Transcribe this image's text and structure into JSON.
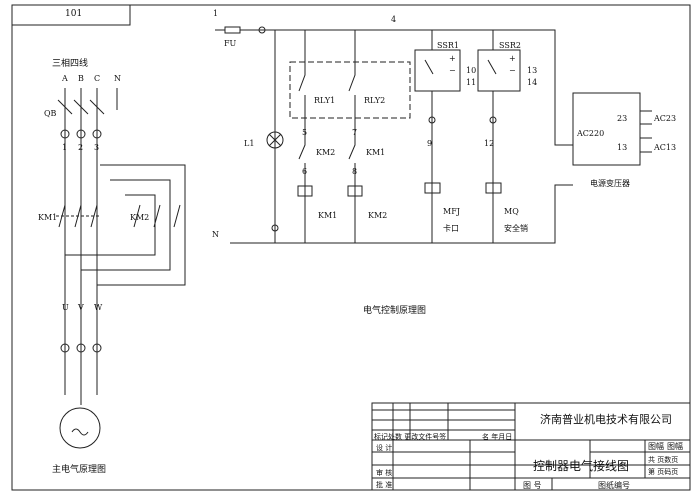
{
  "sheet_number": "101",
  "main_circuit": {
    "title": "主电气原理图",
    "supply": "三相四线",
    "phases": [
      "A",
      "B",
      "C",
      "N"
    ],
    "breaker": "QB",
    "terminals": [
      "1",
      "2",
      "3"
    ],
    "contactor1": "KM1",
    "contactor2": "KM2",
    "outputs": [
      "U",
      "V",
      "W"
    ]
  },
  "control_circuit": {
    "title": "电气控制原理图",
    "line_label": "1",
    "fuse": "FU",
    "bus_node": "4",
    "neutral": "N",
    "lamp": "L1",
    "relay_box": [
      "RLY1",
      "RLY2"
    ],
    "branches": [
      {
        "top_node": "5",
        "contact": "KM2",
        "bottom_node": "6",
        "coil": "KM1"
      },
      {
        "top_node": "7",
        "contact": "KM1",
        "bottom_node": "8",
        "coil": "KM2"
      },
      {
        "ssr": "SSR1",
        "plus": "10",
        "minus": "11",
        "node": "9",
        "coil": "MFJ",
        "desc": "卡口"
      },
      {
        "ssr": "SSR2",
        "plus": "13",
        "minus": "14",
        "node": "12",
        "coil": "MQ",
        "desc": "安全销"
      }
    ],
    "transformer": {
      "title": "电源变压器",
      "input": "AC220",
      "out1_pin": "23",
      "out1": "AC23",
      "out2_pin": "13",
      "out2": "AC13"
    }
  },
  "title_block": {
    "company": "济南普业机电技术有限公司",
    "drawing_title": "控制器电气接线图",
    "row_header": "标记处数 更改文件号签",
    "sign_date": "名 年月日",
    "design": "设   计",
    "review": "审   核",
    "approve": "批   准",
    "size_label": "图幅",
    "size_value": "图幅",
    "pages_total": "共 页数页",
    "page_no": "第 页码页",
    "fig": "图   号",
    "fig_no": "图纸编号"
  }
}
